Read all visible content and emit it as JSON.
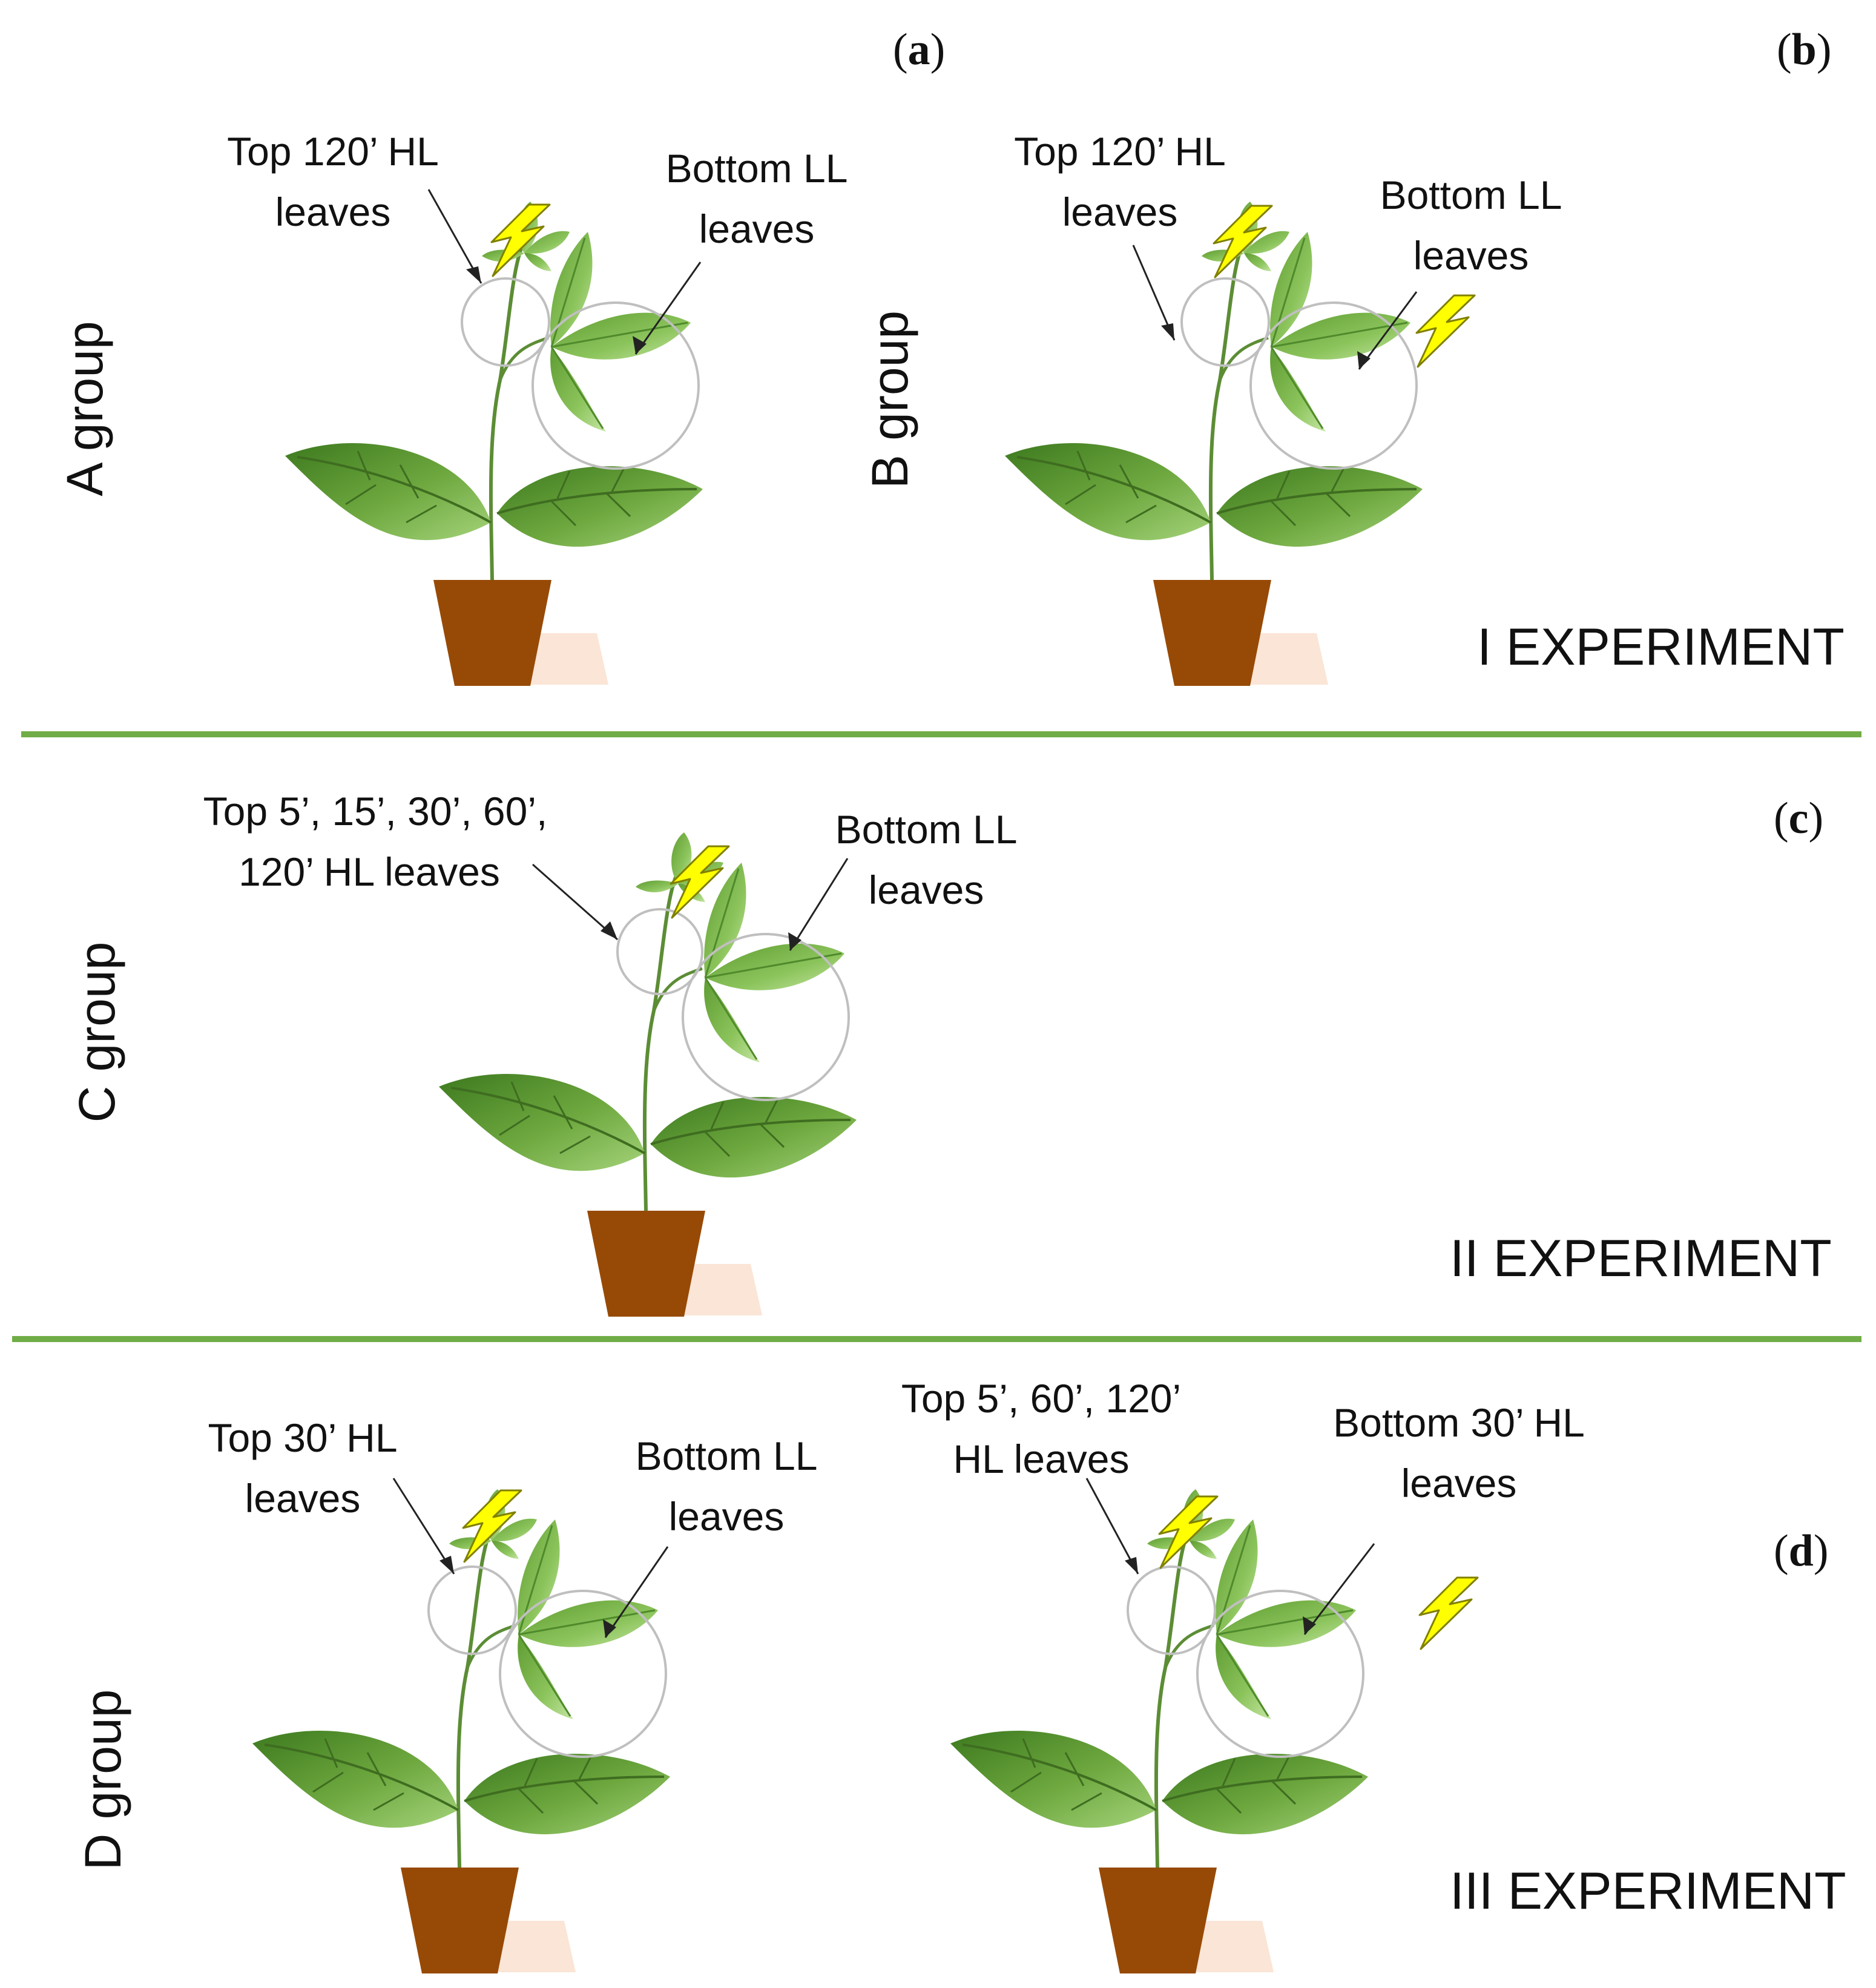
{
  "panels": {
    "a": {
      "open": "(",
      "letter": "a",
      "close": ")"
    },
    "b": {
      "open": "(",
      "letter": "b",
      "close": ")"
    },
    "c": {
      "open": "(",
      "letter": "c",
      "close": ")"
    },
    "d": {
      "open": "(",
      "letter": "d",
      "close": ")"
    }
  },
  "groups": {
    "a": "A group",
    "b": "B group",
    "c": "C group",
    "d": "D group"
  },
  "experiments": {
    "one": "I EXPERIMENT",
    "two": "II EXPERIMENT",
    "three": "III EXPERIMENT"
  },
  "labels": {
    "a_top": [
      "Top 120’ HL",
      "leaves"
    ],
    "a_bottom": [
      "Bottom LL",
      "leaves"
    ],
    "b_top": [
      "Top 120’ HL",
      "leaves"
    ],
    "b_bottom": [
      "Bottom LL",
      "leaves"
    ],
    "c_top": [
      "Top  5’, 15’, 30’, 60’,",
      "120’ HL leaves"
    ],
    "c_bottom": [
      "Bottom LL",
      "leaves"
    ],
    "d1_top": [
      "Top 30’ HL",
      "leaves"
    ],
    "d1_bottom": [
      "Bottom LL",
      "leaves"
    ],
    "d2_top": [
      "Top  5’, 60’, 120’",
      "HL leaves"
    ],
    "d2_bottom": [
      "Bottom 30’ HL",
      "leaves"
    ]
  },
  "colors": {
    "separator": "#70ad47",
    "leaf_dark": "#4f8a2c",
    "leaf_light": "#9ccf6a",
    "pot": "#974a06",
    "pot_shadow": "#fbe5d6",
    "lightning": "#ffff00",
    "lightning_outline": "#7f7f00",
    "circle": "#bfbfbf"
  }
}
